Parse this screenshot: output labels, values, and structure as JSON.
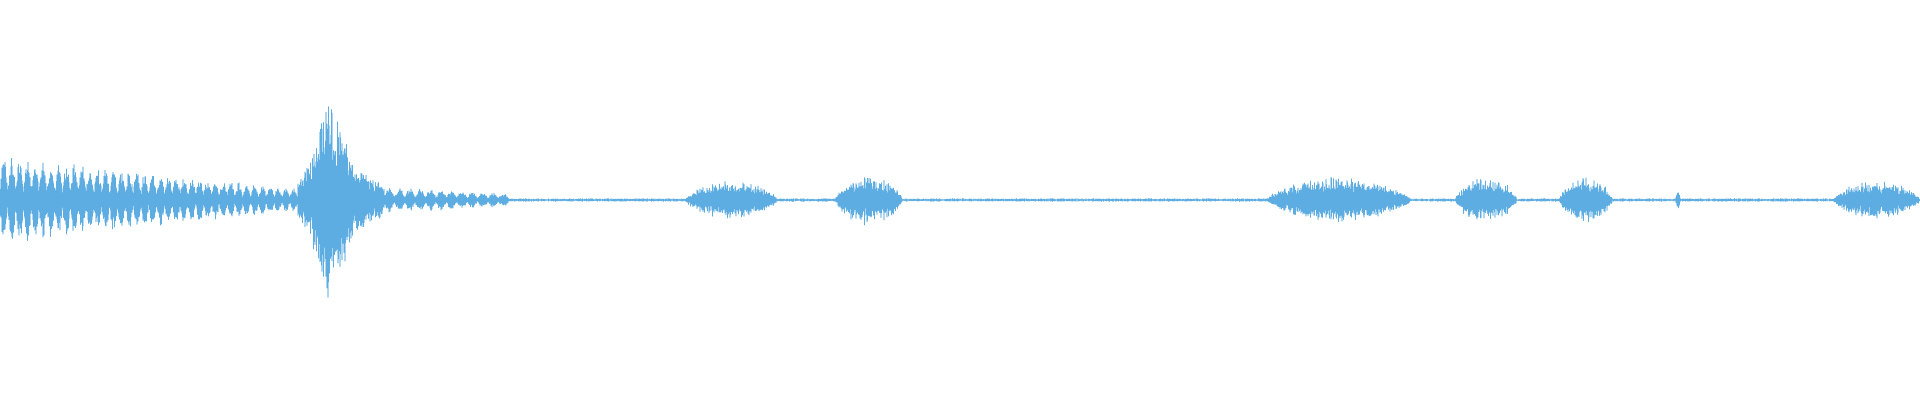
{
  "waveform": {
    "color": "#5DADE2",
    "background": "#FFFFFF",
    "duration_fraction_note": "",
    "segments": [
      {
        "kind": "beat",
        "start": 0.0,
        "end": 0.155,
        "amp_start": 0.2,
        "amp_end": 0.05,
        "beats": 38
      },
      {
        "kind": "burst",
        "start": 0.155,
        "end": 0.2,
        "peak": 0.57,
        "peak_at": 0.171
      },
      {
        "kind": "beat",
        "start": 0.2,
        "end": 0.265,
        "amp_start": 0.06,
        "amp_end": 0.03,
        "beats": 12
      },
      {
        "kind": "burst",
        "start": 0.357,
        "end": 0.405,
        "peak": 0.1
      },
      {
        "kind": "burst",
        "start": 0.435,
        "end": 0.47,
        "peak": 0.13
      },
      {
        "kind": "burst",
        "start": 0.66,
        "end": 0.735,
        "peak": 0.12
      },
      {
        "kind": "burst",
        "start": 0.758,
        "end": 0.79,
        "peak": 0.12
      },
      {
        "kind": "burst",
        "start": 0.812,
        "end": 0.84,
        "peak": 0.12
      },
      {
        "kind": "spike",
        "at": 0.874,
        "peak": 0.06
      },
      {
        "kind": "burst",
        "start": 0.955,
        "end": 1.0,
        "peak": 0.1
      }
    ],
    "baseline": 0.006
  }
}
